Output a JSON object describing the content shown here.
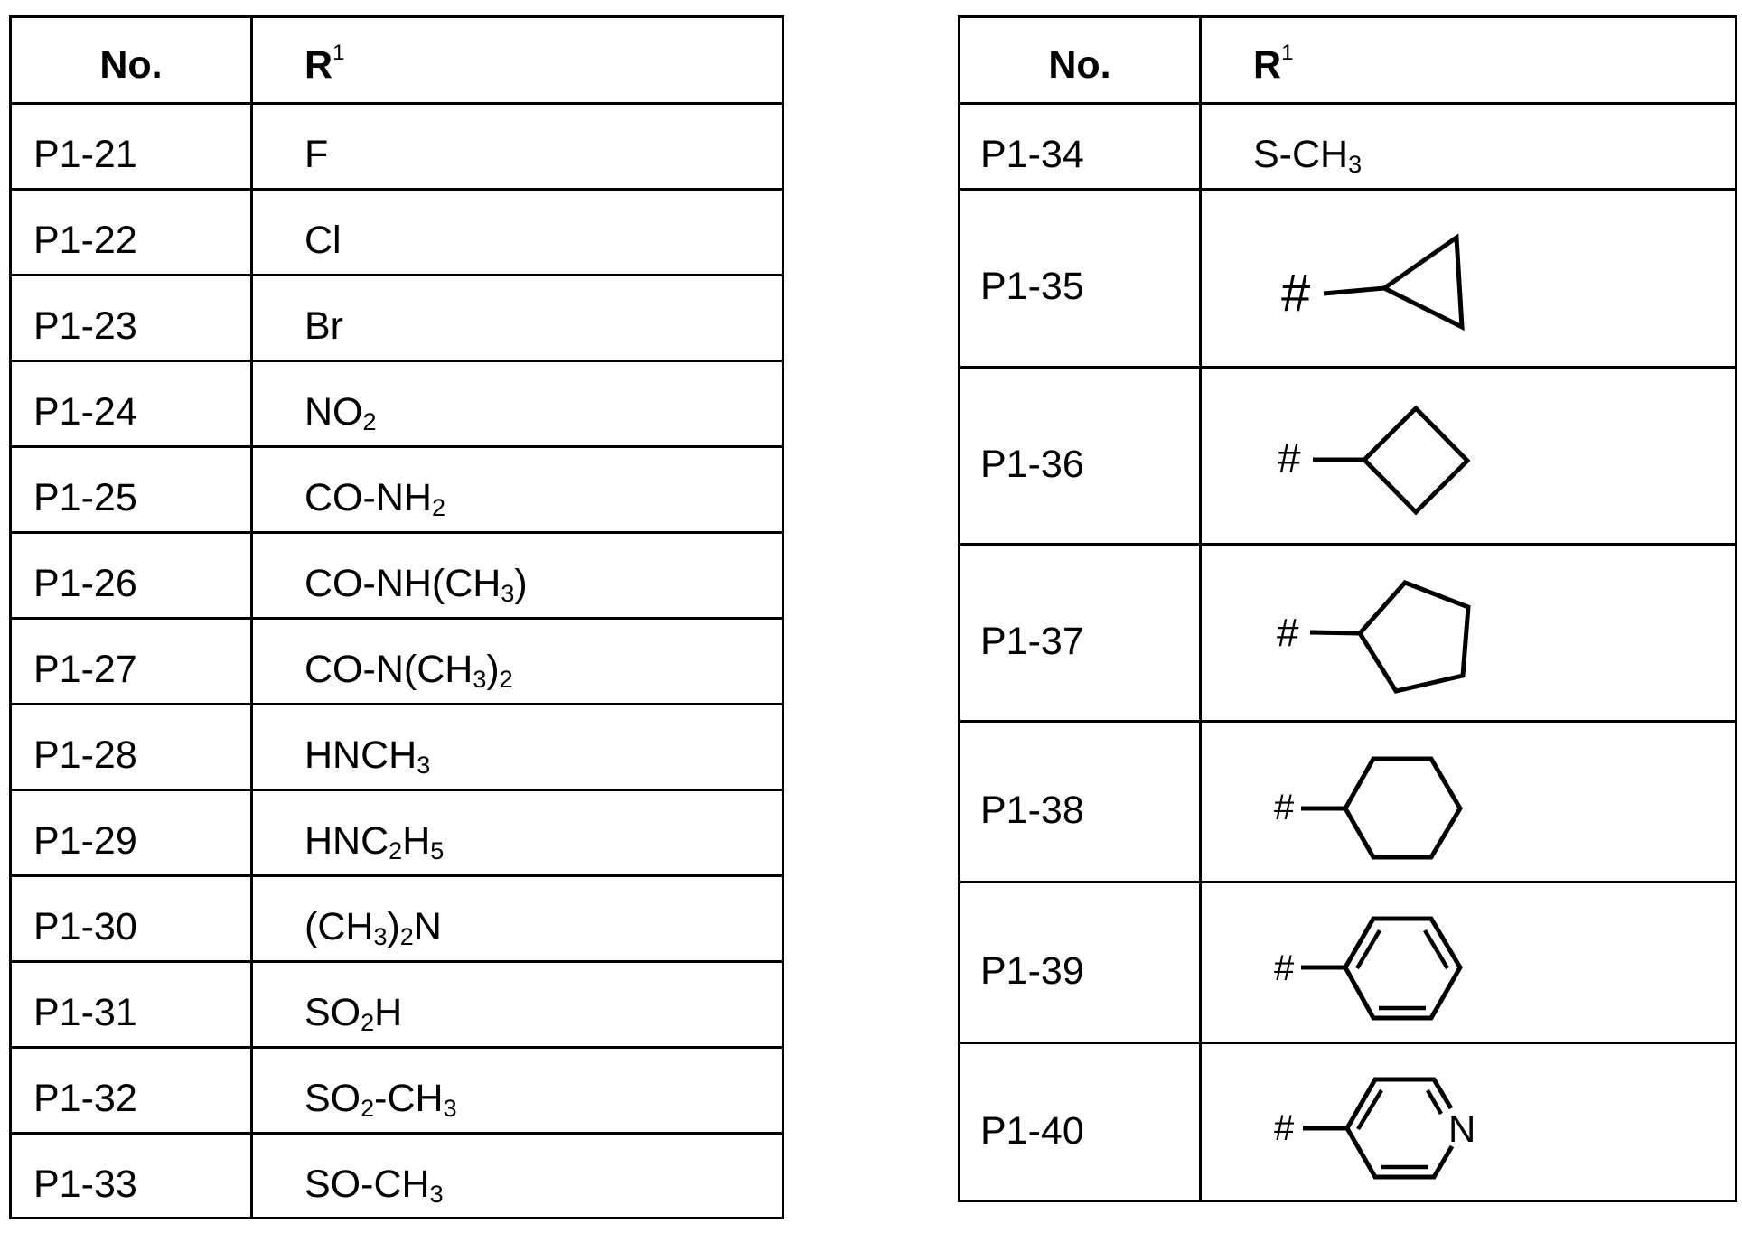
{
  "tables": [
    {
      "header": {
        "no_label": "No.",
        "r_label": "R",
        "r_superscript": "1"
      },
      "rows": [
        {
          "no": "P1-21",
          "r1": [
            {
              "t": "F"
            }
          ]
        },
        {
          "no": "P1-22",
          "r1": [
            {
              "t": "Cl"
            }
          ]
        },
        {
          "no": "P1-23",
          "r1": [
            {
              "t": "Br"
            }
          ]
        },
        {
          "no": "P1-24",
          "r1": [
            {
              "t": "NO"
            },
            {
              "t": "2",
              "sub": true
            }
          ]
        },
        {
          "no": "P1-25",
          "r1": [
            {
              "t": "CO-NH"
            },
            {
              "t": "2",
              "sub": true
            }
          ]
        },
        {
          "no": "P1-26",
          "r1": [
            {
              "t": "CO-NH(CH"
            },
            {
              "t": "3",
              "sub": true
            },
            {
              "t": ")"
            }
          ]
        },
        {
          "no": "P1-27",
          "r1": [
            {
              "t": "CO-N(CH"
            },
            {
              "t": "3",
              "sub": true
            },
            {
              "t": ")"
            },
            {
              "t": "2",
              "sub": true
            }
          ]
        },
        {
          "no": "P1-28",
          "r1": [
            {
              "t": "HNCH"
            },
            {
              "t": "3",
              "sub": true
            }
          ]
        },
        {
          "no": "P1-29",
          "r1": [
            {
              "t": "HNC"
            },
            {
              "t": "2",
              "sub": true
            },
            {
              "t": "H"
            },
            {
              "t": "5",
              "sub": true
            }
          ]
        },
        {
          "no": "P1-30",
          "r1": [
            {
              "t": "(CH"
            },
            {
              "t": "3",
              "sub": true
            },
            {
              "t": ")"
            },
            {
              "t": "2",
              "sub": true
            },
            {
              "t": "N"
            }
          ]
        },
        {
          "no": "P1-31",
          "r1": [
            {
              "t": "SO"
            },
            {
              "t": "2",
              "sub": true
            },
            {
              "t": "H"
            }
          ]
        },
        {
          "no": "P1-32",
          "r1": [
            {
              "t": "SO"
            },
            {
              "t": "2",
              "sub": true
            },
            {
              "t": "-CH"
            },
            {
              "t": "3",
              "sub": true
            }
          ]
        },
        {
          "no": "P1-33",
          "r1": [
            {
              "t": "SO-CH"
            },
            {
              "t": "3",
              "sub": true
            }
          ]
        }
      ]
    },
    {
      "header": {
        "no_label": "No.",
        "r_label": "R",
        "r_superscript": "1"
      },
      "rows": [
        {
          "no": "P1-34",
          "r1": [
            {
              "t": "S-CH"
            },
            {
              "t": "3",
              "sub": true
            }
          ]
        },
        {
          "no": "P1-35",
          "structure": "cyclopropyl",
          "attach_label": "#"
        },
        {
          "no": "P1-36",
          "structure": "cyclobutyl",
          "attach_label": "#"
        },
        {
          "no": "P1-37",
          "structure": "cyclopentyl",
          "attach_label": "#"
        },
        {
          "no": "P1-38",
          "structure": "cyclohexyl",
          "attach_label": "#"
        },
        {
          "no": "P1-39",
          "structure": "phenyl",
          "attach_label": "#"
        },
        {
          "no": "P1-40",
          "structure": "4-pyridyl",
          "attach_label": "#",
          "hetero_atom": "N"
        }
      ]
    }
  ]
}
